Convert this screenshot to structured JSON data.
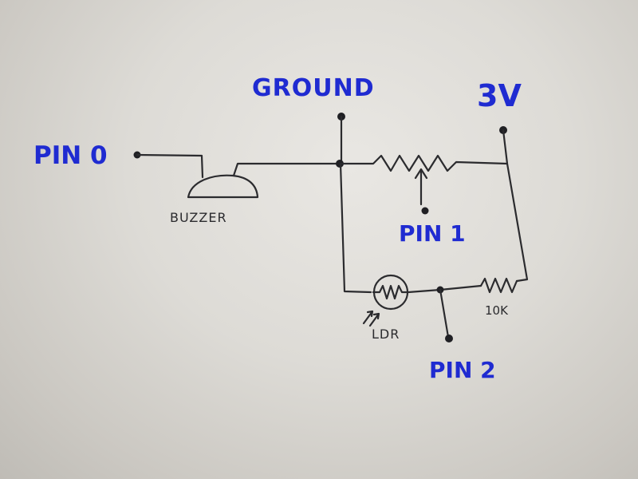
{
  "labels": {
    "ground": "GROUND",
    "supply": "3V",
    "pin0": "PIN 0",
    "pin1": "PIN 1",
    "pin2": "PIN 2",
    "buzzer": "BUZZER",
    "ldr": "LDR",
    "resistor": "10K"
  },
  "colors": {
    "ink_blue": "#1f2bd1",
    "ink_black": "#2b2b2e",
    "paper": "#dddbd6"
  }
}
